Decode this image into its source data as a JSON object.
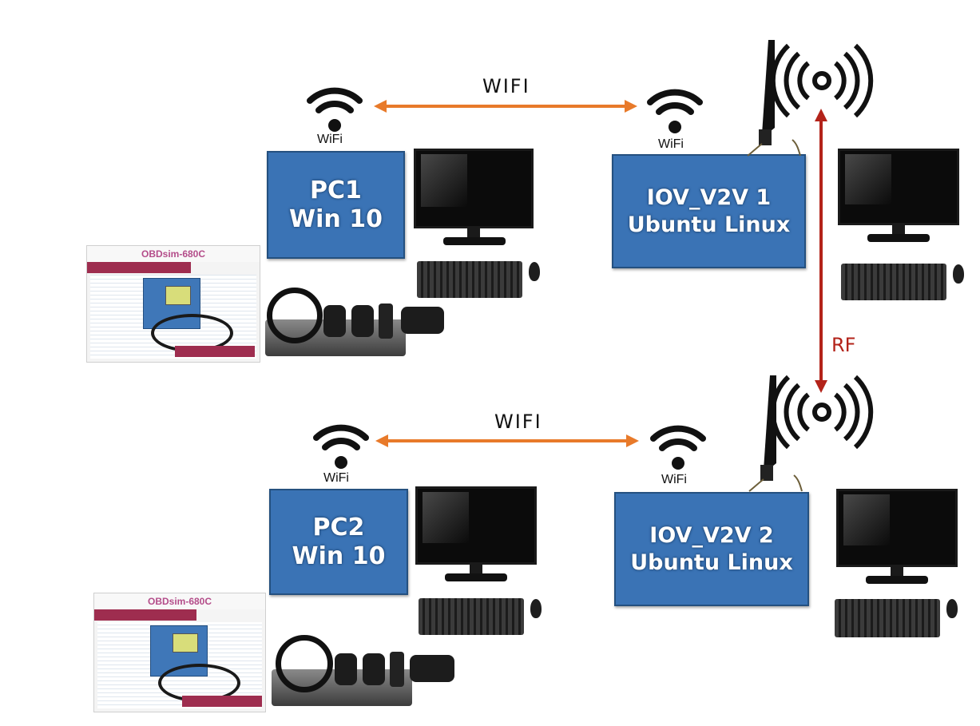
{
  "links": {
    "top_wifi_label": "WIFI",
    "bottom_wifi_label": "WIFI",
    "rf_label": "RF"
  },
  "nodes": {
    "pc1": {
      "line1": "PC1",
      "line2": "Win 10",
      "wifi": "WiFi"
    },
    "v2v1": {
      "line1": "IOV_V2V 1",
      "line2": "Ubuntu Linux",
      "wifi": "WiFi"
    },
    "pc2": {
      "line1": "PC2",
      "line2": "Win 10",
      "wifi": "WiFi"
    },
    "v2v2": {
      "line1": "IOV_V2V 2",
      "line2": "Ubuntu Linux",
      "wifi": "WiFi"
    }
  },
  "software": {
    "top_title": "OBDsim-680C",
    "bottom_title": "OBDsim-680C"
  },
  "colors": {
    "box": "#3a73b5",
    "wifi_arrow": "#e87a2a",
    "rf_arrow": "#b3231a"
  },
  "icons": [
    "wifi-icon",
    "antenna-icon",
    "radio-signal-icon",
    "monitor-icon",
    "keyboard-icon",
    "mouse-icon",
    "steering-wheel-icon"
  ]
}
